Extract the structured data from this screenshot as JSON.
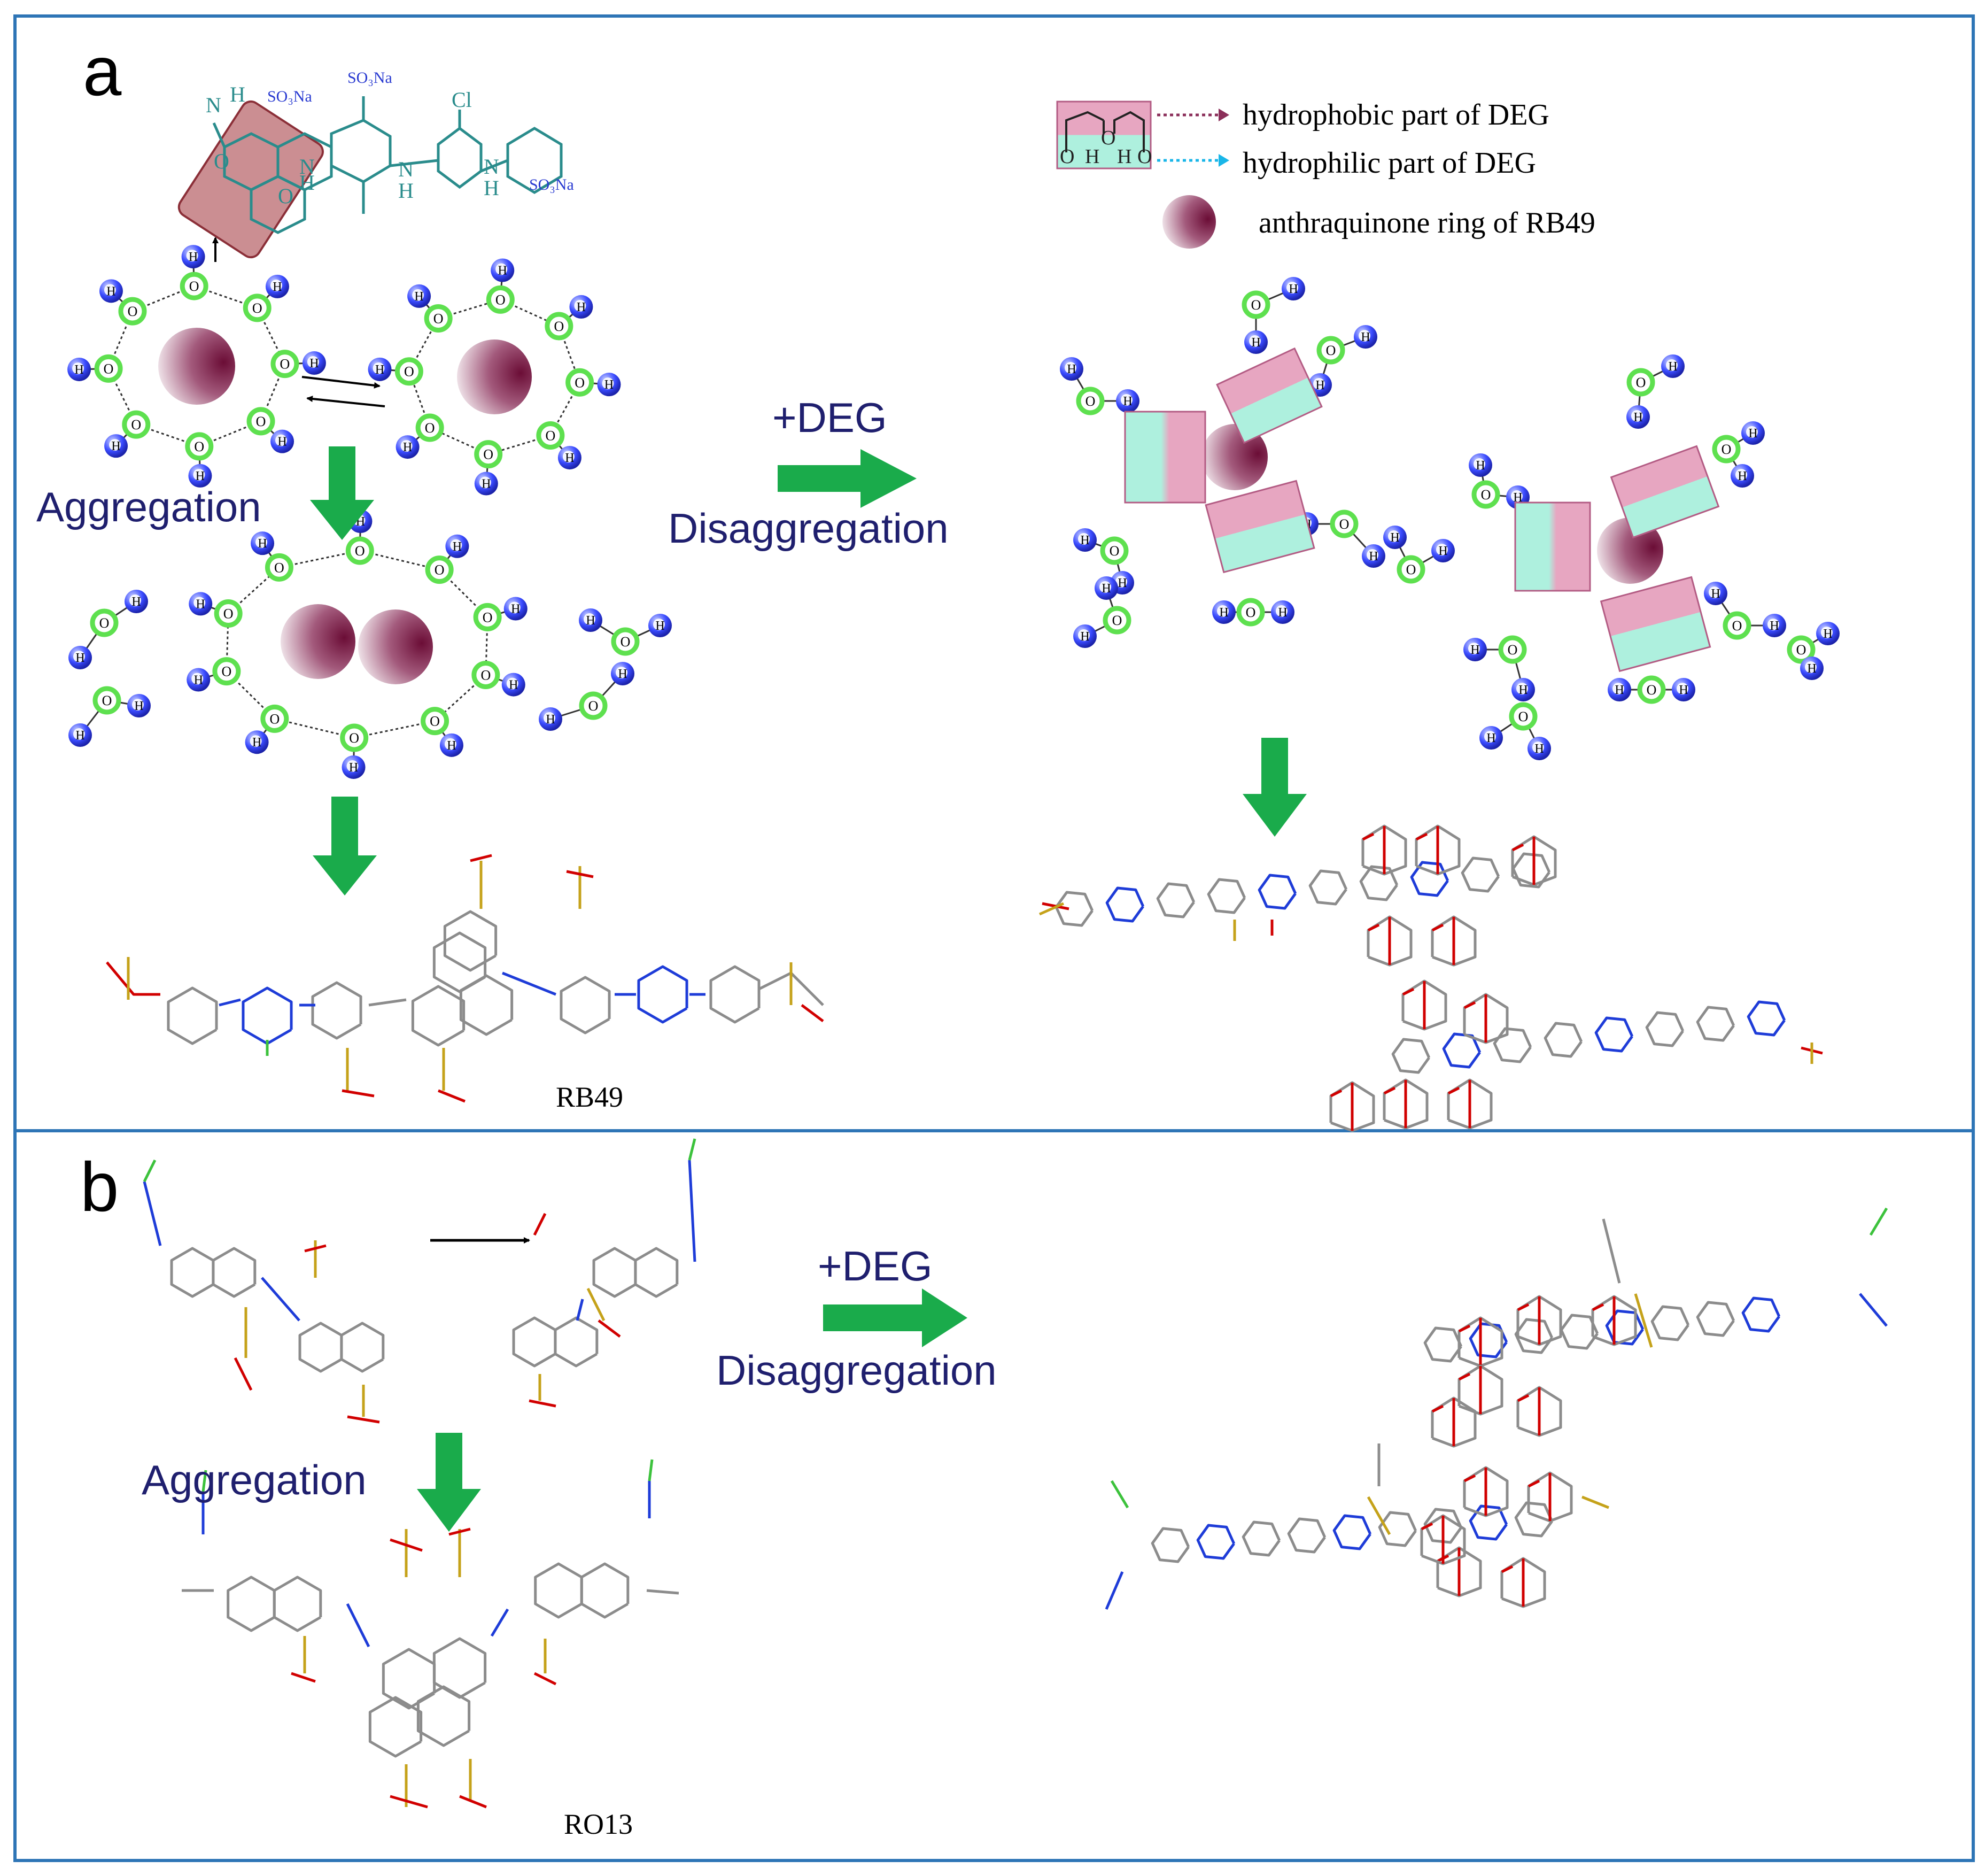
{
  "panel_a": {
    "label": "a",
    "aggregation": "Aggregation",
    "deg": "+DEG",
    "disaggregation": "Disaggregation",
    "compound": "RB49",
    "legend": {
      "hydrophobic": "hydrophobic part of DEG",
      "hydrophilic": "hydrophilic part of DEG",
      "ring": "anthraquinone ring of RB49"
    },
    "structure_labels": {
      "so3na": "SO₃Na",
      "cl": "Cl",
      "n": "N",
      "h": "H",
      "o": "O"
    }
  },
  "panel_b": {
    "label": "b",
    "aggregation": "Aggregation",
    "deg": "+DEG",
    "disaggregation": "Disaggregation",
    "compound": "RO13"
  },
  "atoms": {
    "h": "H",
    "o": "O"
  },
  "colors": {
    "border": "#2e75b6",
    "arrow": "#1aab4b",
    "label_navy": "#1f1f6e",
    "hydrogen": "#2f3cf0",
    "oxygen": "#5ee04f",
    "ring": "#7b1c45",
    "hydrophobic": "#e7a6c1",
    "hydrophilic": "#aef0de",
    "bond_gray": "#8c8c8c",
    "bond_red": "#d10000",
    "bond_gold": "#c5a21a",
    "bond_blue": "#1e3cd8",
    "bond_green": "#3cc23c"
  }
}
